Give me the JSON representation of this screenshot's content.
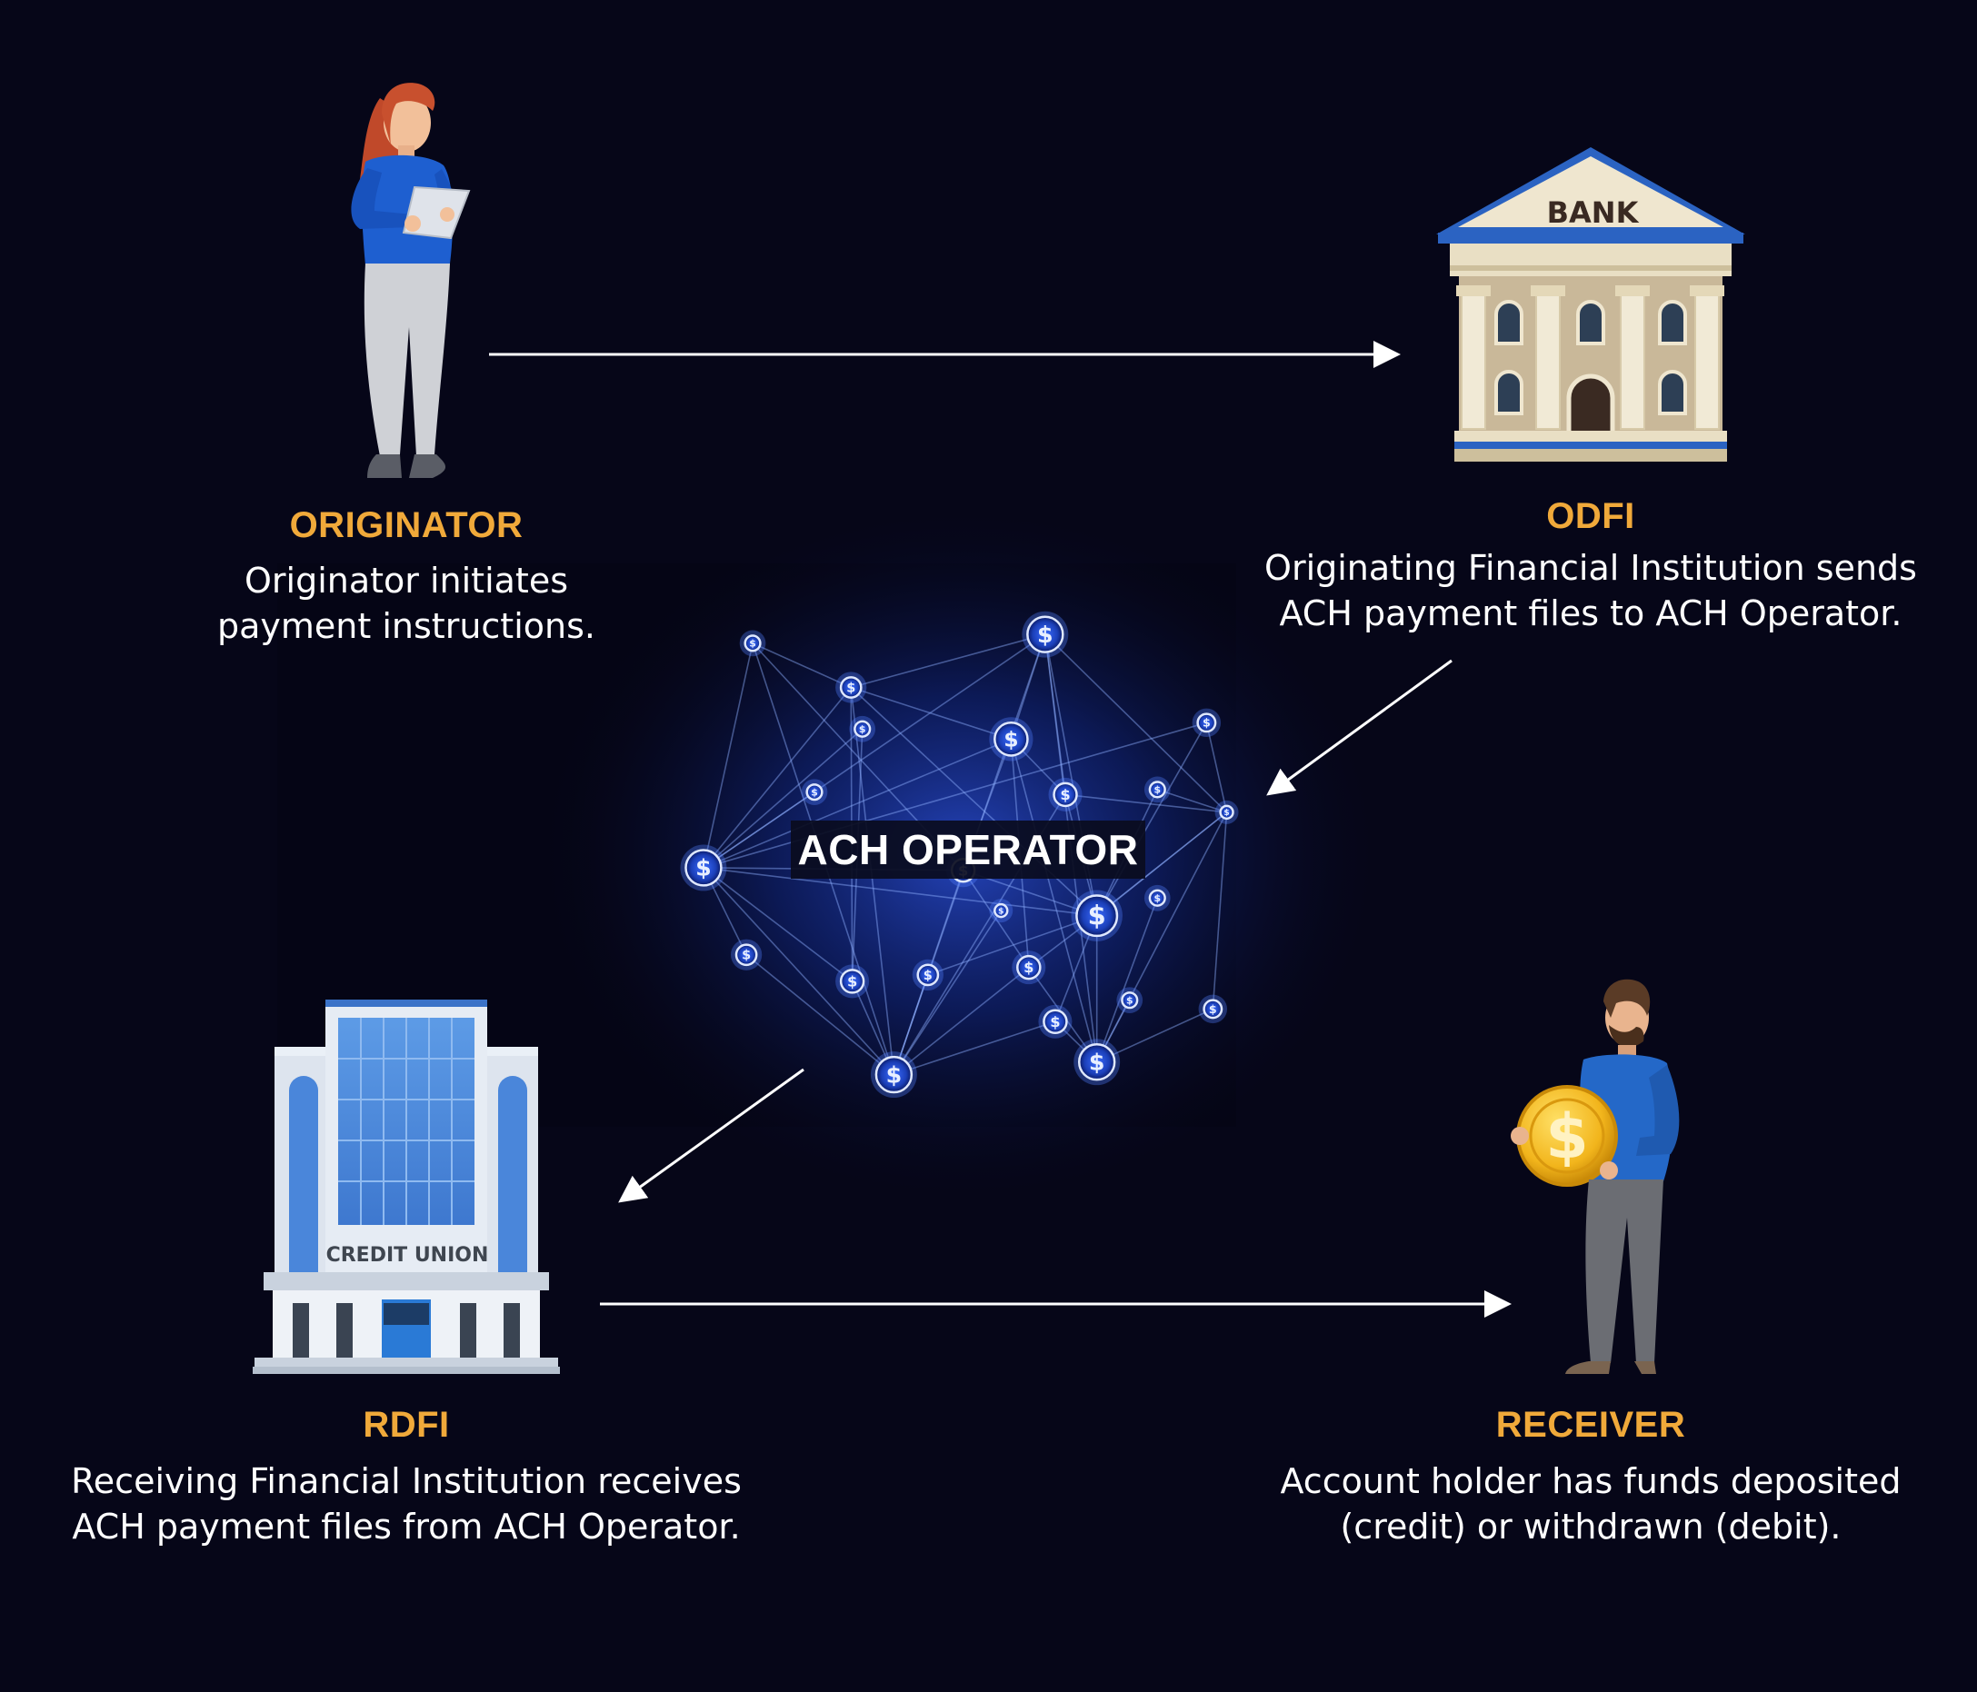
{
  "colors": {
    "background": "#060618",
    "title": "#f0a93a",
    "text": "#ffffff",
    "network": "#3a6cff"
  },
  "originator": {
    "title": "ORIGINATOR",
    "lines": [
      "Originator initiates",
      "payment instructions."
    ],
    "icon": "woman-with-tablet-icon"
  },
  "odfi": {
    "title": "ODFI",
    "lines": [
      "Originating Financial Institution sends",
      "ACH payment files to ACH Operator."
    ],
    "icon": "bank-building-icon",
    "sign": "BANK"
  },
  "operator": {
    "label": "ACH OPERATOR",
    "icon": "dollar-network-icon",
    "node_glyph": "$"
  },
  "rdfi": {
    "title": "RDFI",
    "lines": [
      "Receiving Financial Institution receives",
      "ACH payment files from ACH Operator."
    ],
    "icon": "credit-union-building-icon",
    "sign": "CREDIT UNION"
  },
  "receiver": {
    "title": "RECEIVER",
    "lines": [
      "Account holder has funds deposited",
      "(credit) or withdrawn (debit)."
    ],
    "icon": "man-holding-coin-icon",
    "coin_glyph": "$"
  }
}
